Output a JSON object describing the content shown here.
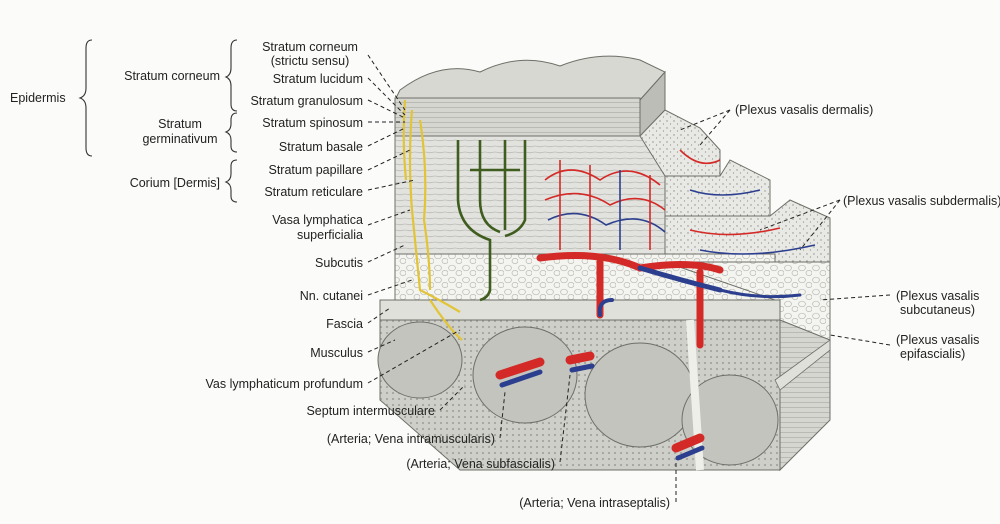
{
  "labels": {
    "epidermis": "Epidermis",
    "stratum_corneum_group": "Stratum corneum",
    "stratum_germinativum_1": "Stratum",
    "stratum_germinativum_2": "germinativum",
    "corium": "Corium [Dermis]",
    "stratum_corneum_1": "Stratum corneum",
    "stratum_corneum_2": "(strictu sensu)",
    "stratum_lucidum": "Stratum lucidum",
    "stratum_granulosum": "Stratum granulosum",
    "stratum_spinosum": "Stratum spinosum",
    "stratum_basale": "Stratum basale",
    "stratum_papillare": "Stratum papillare",
    "stratum_reticulare": "Stratum reticulare",
    "vasa_lymphatica_1": "Vasa lymphatica",
    "vasa_lymphatica_2": "superficialia",
    "subcutis": "Subcutis",
    "nn_cutanei": "Nn. cutanei",
    "fascia": "Fascia",
    "musculus": "Musculus",
    "vas_lymphaticum": "Vas lymphaticum profundum",
    "septum": "Septum intermusculare",
    "arteria_intramuscularis": "(Arteria; Vena intramuscularis)",
    "arteria_subfascialis": "(Arteria; Vena subfascialis)",
    "arteria_intraseptalis": "(Arteria; Vena intraseptalis)",
    "plexus_dermalis": "(Plexus vasalis dermalis)",
    "plexus_subdermalis": "(Plexus vasalis subdermalis)",
    "plexus_subcutaneus_1": "(Plexus vasalis",
    "plexus_subcutaneus_2": "subcutaneus)",
    "plexus_epifascialis_1": "(Plexus vasalis",
    "plexus_epifascialis_2": "epifascialis)"
  },
  "colors": {
    "artery": "#d42a27",
    "vein": "#2c3f8f",
    "lymph": "#3f5d1e",
    "nerve": "#e2c437",
    "tissue": "#dcdcd8",
    "fat": "#f2f2ee",
    "muscle": "#c9c9c3"
  }
}
